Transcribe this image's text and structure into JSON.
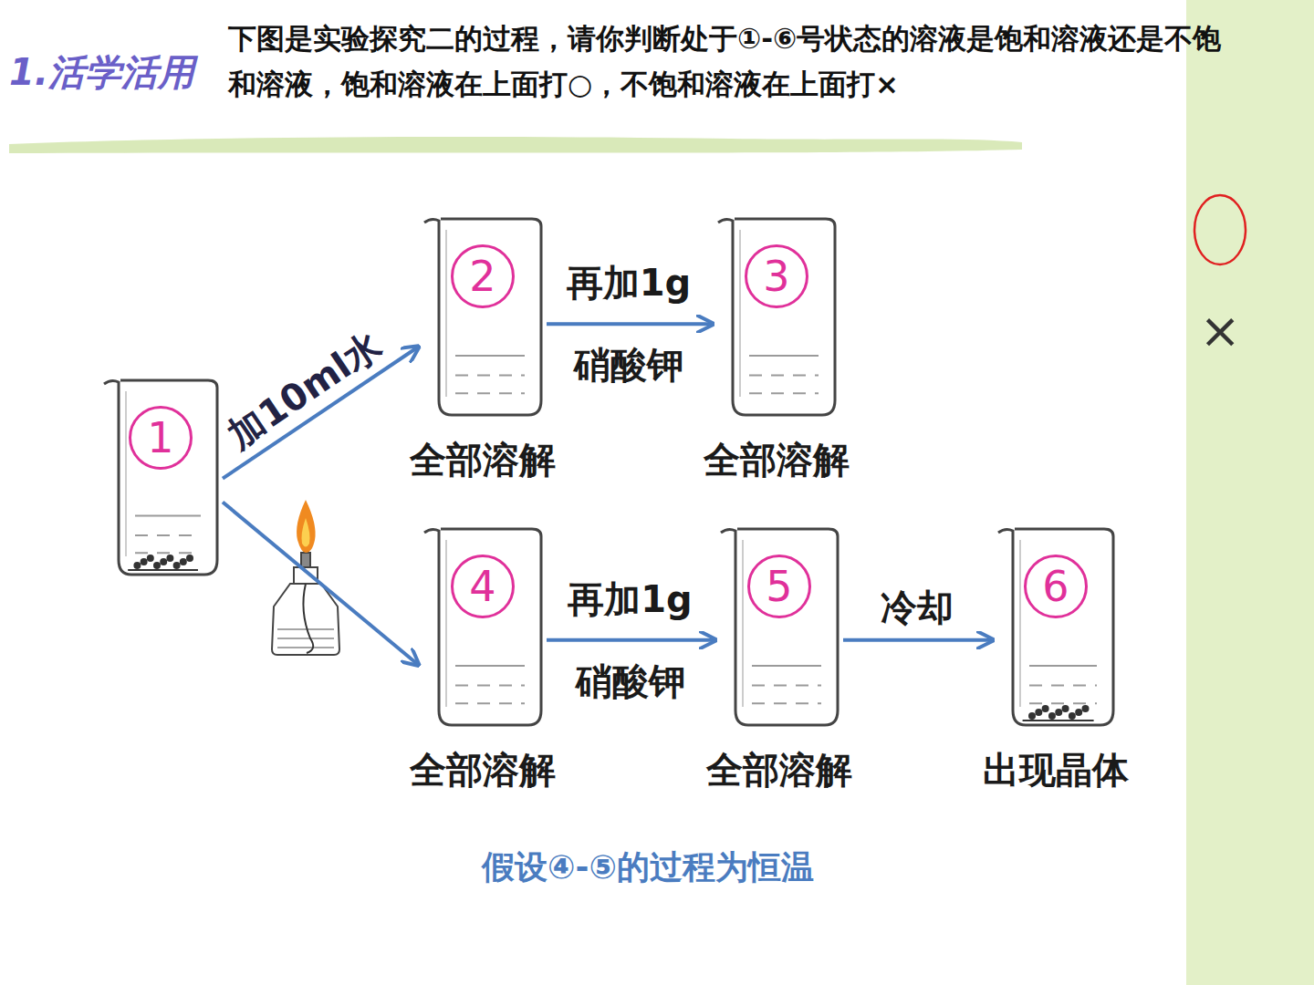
{
  "diagram": {
    "title": "1.活学活用",
    "nodes": [
      {
        "text": [
          "1"
        ]
      },
      {
        "text": [
          "2",
          "全部溶解"
        ]
      },
      {
        "text": [
          "3",
          "全部溶解"
        ]
      },
      {
        "text": [
          "4",
          "全部溶解"
        ]
      },
      {
        "text": [
          "5",
          "全部溶解"
        ]
      },
      {
        "text": [
          "6",
          "出现晶体"
        ]
      }
    ],
    "edges": [
      {
        "from": 0,
        "to": 1,
        "arrow": "to",
        "label": "加10ml水"
      },
      {
        "from": 1,
        "to": 2,
        "arrow": "to",
        "label": "再加1g 硝酸钾"
      },
      {
        "from": 0,
        "to": 3,
        "arrow": "to"
      },
      {
        "from": 3,
        "to": 4,
        "arrow": "to",
        "label": "再加1g 硝酸钾"
      },
      {
        "from": 4,
        "to": 5,
        "arrow": "to",
        "label": "冷却"
      }
    ],
    "labels": [
      "下图是实验探究二的过程，请你判断处于①-⑥号状态的溶液是饱和溶液还是不饱和溶液，饱和溶液在上面打○，不饱和溶液在上面打×",
      "×",
      "假设④-⑤的过程为恒温"
    ]
  }
}
